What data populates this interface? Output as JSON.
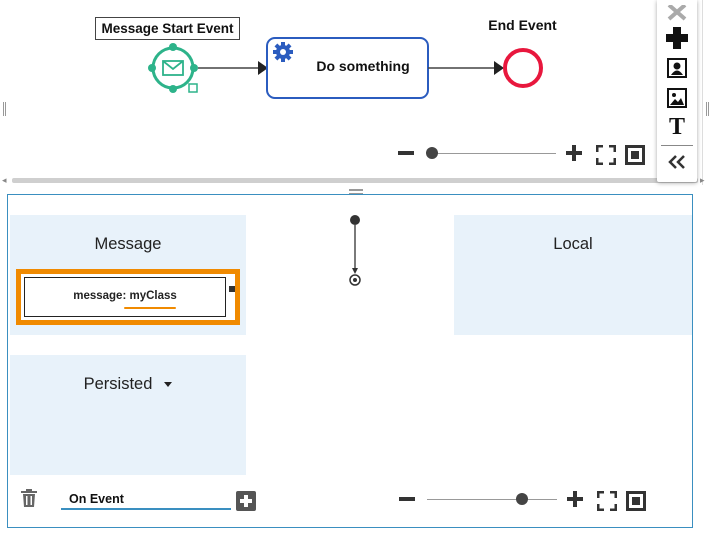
{
  "process": {
    "start_event_label": "Message Start Event",
    "task_label": "Do something",
    "end_event_label": "End Event"
  },
  "palette": {
    "items": [
      "close-icon",
      "plus-icon",
      "contact-card-icon",
      "image-icon",
      "text-icon",
      "collapse-double-chevron-icon"
    ]
  },
  "top_zoom": {
    "level": 0.0
  },
  "message_flow": {
    "message_lane_title": "Message",
    "field_text": "message: myClass",
    "persisted_lane_title": "Persisted",
    "local_lane_title": "Local"
  },
  "footer": {
    "event_input_value": "On Event"
  },
  "bottom_zoom": {
    "level": 0.76
  },
  "colors": {
    "start_event": "#2db38a",
    "task_border": "#2b5cbf",
    "end_event": "#e8173d",
    "highlight": "#f08a00",
    "lane_bg": "#e8f2fa",
    "pane_border": "#3a8fc0"
  }
}
